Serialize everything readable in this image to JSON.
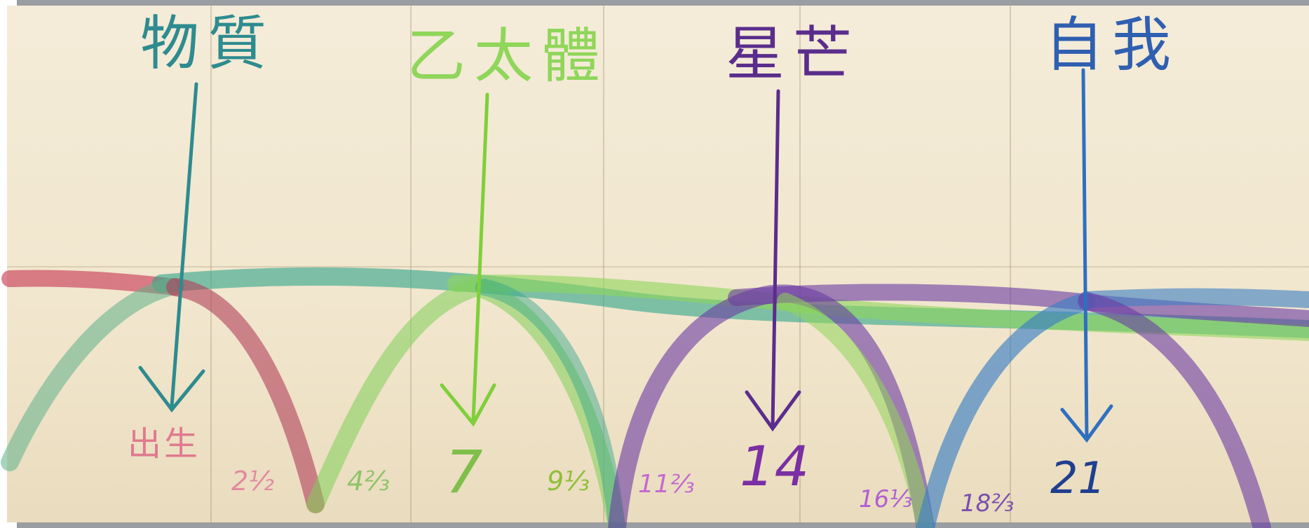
{
  "poster": {
    "headings": [
      {
        "id": "physical",
        "text": "物質",
        "color": "#2e8b8f"
      },
      {
        "id": "etheric",
        "text": "乙太體",
        "color": "#8fd65a"
      },
      {
        "id": "astral",
        "text": "星芒",
        "color": "#5a2d8c"
      },
      {
        "id": "ego",
        "text": "自我",
        "color": "#2f5fb0"
      }
    ],
    "labels": {
      "birth": "出生",
      "age_2_1_2": "2½",
      "age_4_2_3": "4⅔",
      "age_7": "7",
      "age_9_1_3": "9⅓",
      "age_11_2_3": "11⅔",
      "age_14": "14",
      "age_16_1_3": "16⅓",
      "age_18_2_3": "18⅔",
      "age_21": "21"
    },
    "colors": {
      "red": "#c9405a",
      "teal": "#2fa58a",
      "green": "#8fd65a",
      "purple": "#6a3aa3",
      "blue": "#3c7fc4"
    }
  }
}
